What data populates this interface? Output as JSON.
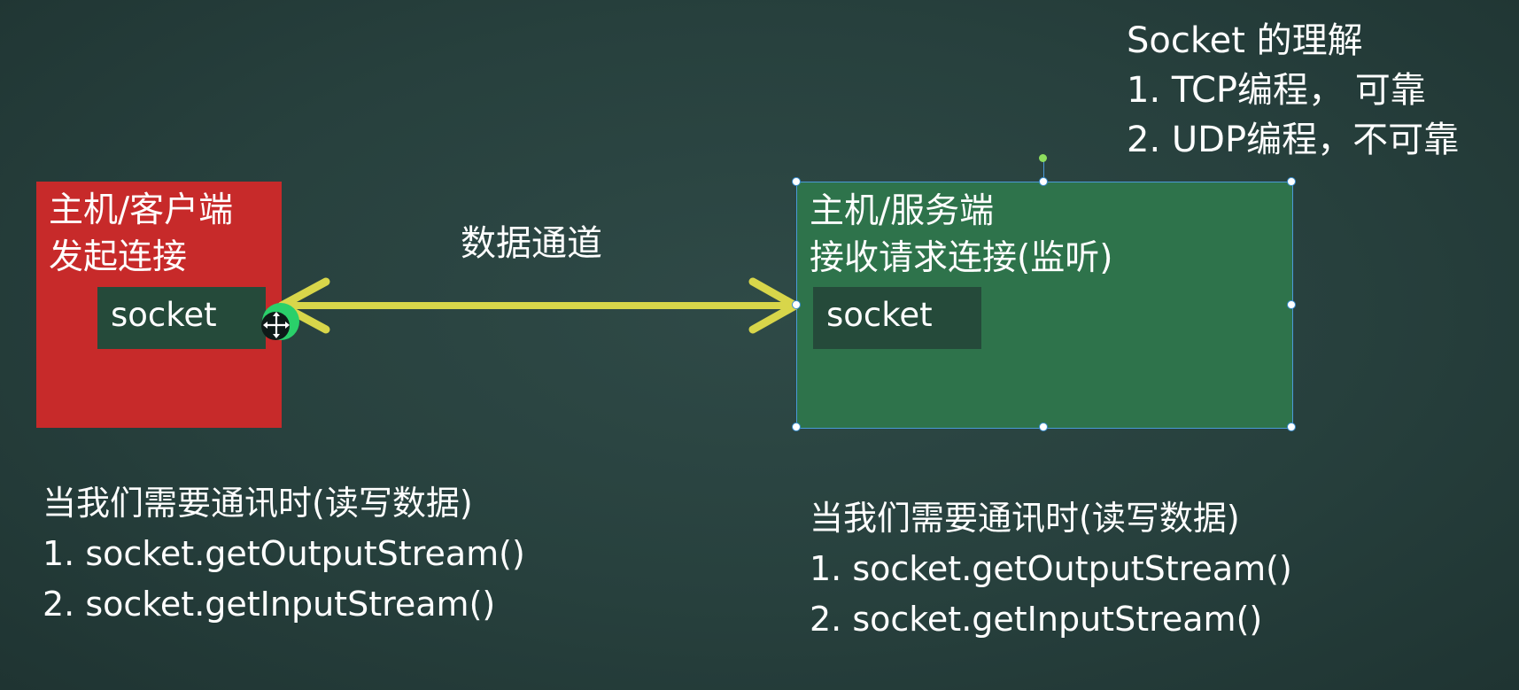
{
  "socket_understanding": {
    "title": "Socket 的理解",
    "item1": "1. TCP编程， 可靠",
    "item2": "2. UDP编程，不可靠"
  },
  "client": {
    "line1": "主机/客户端",
    "line2": "发起连接",
    "socket_label": "socket"
  },
  "server": {
    "line1": "主机/服务端",
    "line2": "接收请求连接(监听)",
    "socket_label": "socket"
  },
  "channel": {
    "label": "数据通道"
  },
  "client_note": {
    "line1": "当我们需要通讯时(读写数据)",
    "line2": "1. socket.getOutputStream()",
    "line3": "2. socket.getInputStream()"
  },
  "server_note": {
    "line1": "当我们需要通讯时(读写数据)",
    "line2": "1. socket.getOutputStream()",
    "line3": "2. socket.getInputStream()"
  },
  "colors": {
    "background": "#27403d",
    "client_box": "#c72a2a",
    "server_box": "#2e734b",
    "socket_box": "#254a3a",
    "arrow": "#d8d64a",
    "selection": "#4a9ad8"
  },
  "icons": {
    "cursor": "move-cursor-icon",
    "arrow": "double-headed-arrow-icon"
  }
}
